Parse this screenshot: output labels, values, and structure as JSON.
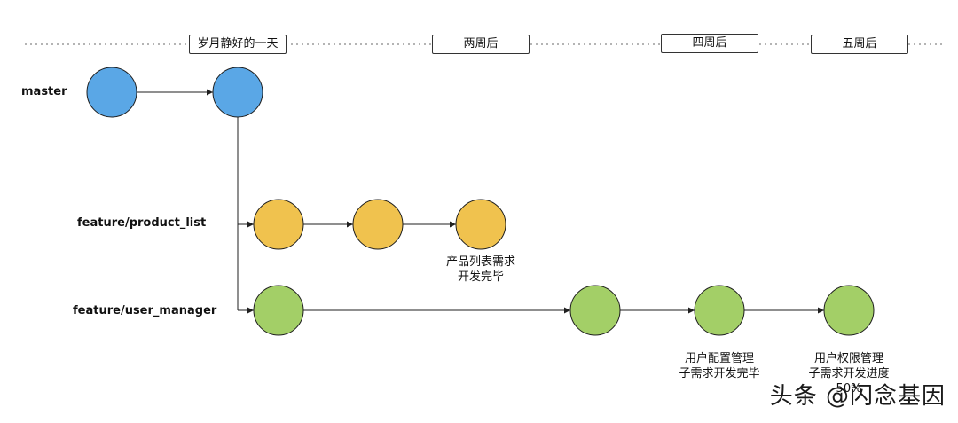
{
  "timeline": {
    "labels": [
      "岁月静好的一天",
      "两周后",
      "四周后",
      "五周后"
    ]
  },
  "branches": {
    "master": "master",
    "product_list": "feature/product_list",
    "user_manager": "feature/user_manager"
  },
  "notes": {
    "product_done": [
      "产品列表需求",
      "开发完毕"
    ],
    "user_config_done": [
      "用户配置管理",
      "子需求开发完毕"
    ],
    "user_perm_progress": [
      "用户权限管理",
      "子需求开发进度",
      "50%"
    ]
  },
  "watermark": "头条 @闪念基因",
  "colors": {
    "master": "#5aa7e6",
    "product_list": "#f0c24e",
    "user_manager": "#a3cf67",
    "stroke": "#1f1f1f"
  }
}
